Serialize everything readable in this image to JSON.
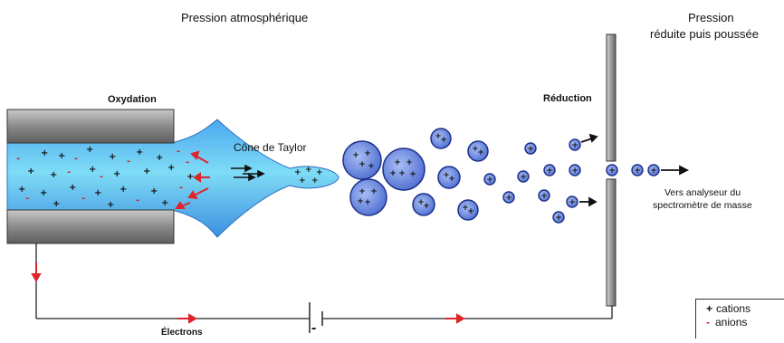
{
  "labels": {
    "atm_pressure": "Pression atmosphérique",
    "reduced_pressure_line1": "Pression",
    "reduced_pressure_line2": "réduite puis poussée",
    "oxidation": "Oxydation",
    "reduction": "Réduction",
    "taylor_cone": "Cône de Taylor",
    "analyzer_line1": "Vers analyseur du",
    "analyzer_line2": "spectromètre de masse",
    "electrons": "Électrons",
    "minus_sign": "-"
  },
  "legend": {
    "cations_symbol": "+",
    "cations_label": "cations",
    "anions_symbol": "-",
    "anions_label": "anions"
  },
  "colors": {
    "liquid": "#5fc8ee",
    "liquid_dark": "#2f7fd6",
    "droplet": "#6f8fe0",
    "droplet_border": "#1d2f8a",
    "wire": "#222222",
    "arrow_red": "#e0242a",
    "electrode_grey": "#7a7a7a",
    "plate_grey": "#b0b0b0"
  },
  "icons": {
    "cation": "plus-sign",
    "anion": "minus-sign",
    "flow_arrow": "arrow-right-icon"
  }
}
